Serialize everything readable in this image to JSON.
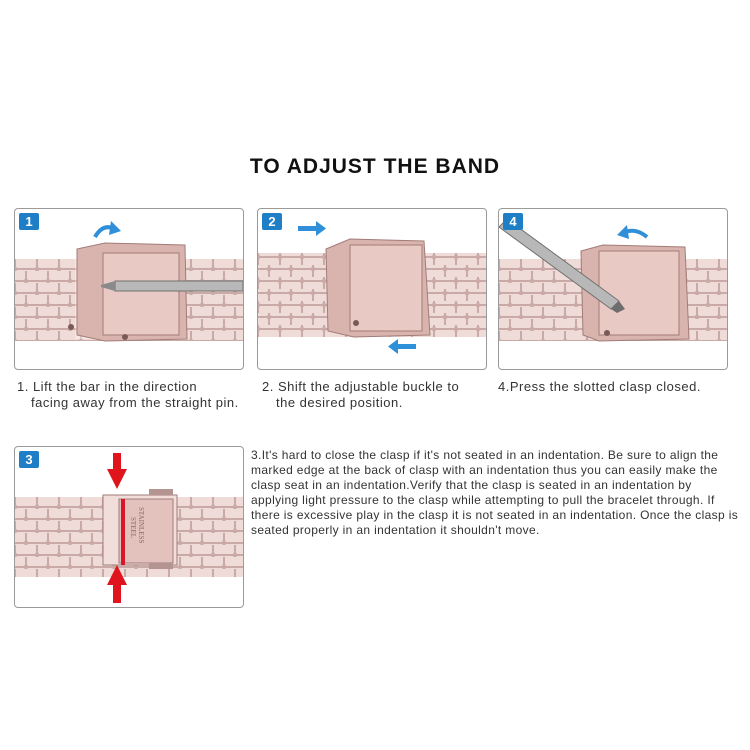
{
  "title": "TO ADJUST THE BAND",
  "panels": [
    {
      "badge": "1",
      "caption_line1": "1. Lift the bar in the direction",
      "caption_line2": "facing away from the straight pin."
    },
    {
      "badge": "2",
      "caption_line1": "2.  Shift the adjustable buckle to",
      "caption_line2": "the desired position."
    },
    {
      "badge": "4",
      "caption_line1": "4.Press the slotted clasp closed.",
      "caption_line2": ""
    },
    {
      "badge": "3",
      "engraving_line1": "STAINLESS",
      "engraving_line2": "STEEL"
    }
  ],
  "step3_text": "3.It's hard to close the clasp if it's not seated in an indentation. Be sure to align the marked edge at the back of clasp with an indentation thus you can easily make the clasp seat in an indentation.Verify that the clasp is seated in an indentation by applying light pressure to the clasp while attempting to pull the bracelet through. If there is excessive play in the clasp it is not seated in an indentation. Once the clasp is seated properly in an indentation it shouldn't move.",
  "icons": [
    "curved-arrow-icon",
    "right-arrow-icon",
    "left-arrow-icon",
    "down-arrow-icon",
    "up-arrow-icon",
    "screwdriver-icon"
  ],
  "colors": {
    "badge": "#1e7fc6",
    "arrow_blue": "#2f8fd8",
    "arrow_red": "#e0141c",
    "band": "#ead3d0",
    "clasp": "#d9b3ad",
    "marked_edge": "#d8182a"
  }
}
